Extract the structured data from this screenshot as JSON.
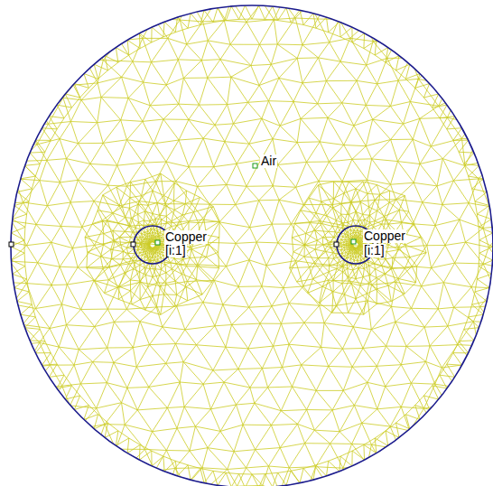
{
  "diagram": {
    "labels": [
      "Air",
      "Copper",
      "[i:1]",
      "Copper",
      "[i:1]"
    ]
  }
}
